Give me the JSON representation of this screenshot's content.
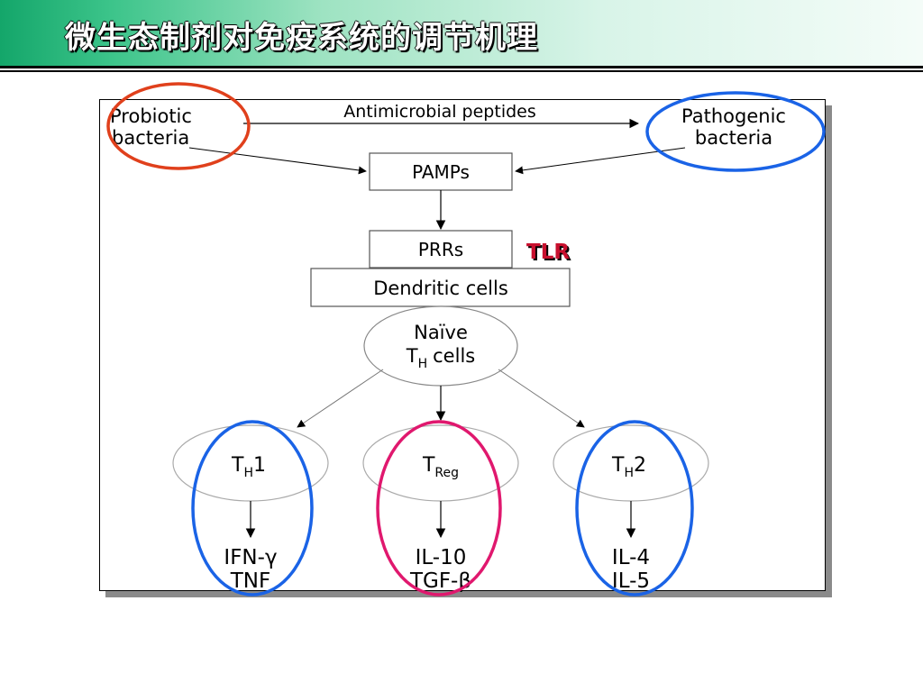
{
  "slide": {
    "title": "微生态制剂对免疫系统的调节机理"
  },
  "diagram": {
    "probiotic_line1": "Probiotic",
    "probiotic_line2": "bacteria",
    "antimicrobial": "Antimicrobial peptides",
    "pathogenic_line1": "Pathogenic",
    "pathogenic_line2": "bacteria",
    "pamps": "PAMPs",
    "prrs": "PRRs",
    "tlr": "TLR",
    "dendritic": "Dendritic cells",
    "naive_line1": "Naïve",
    "naive_t": "T",
    "naive_sub": "H",
    "naive_rest": "cells",
    "th1_t": "T",
    "th1_sub": "H",
    "th1_num": "1",
    "treg_t": "T",
    "treg_sub": "Reg",
    "th2_t": "T",
    "th2_sub": "H",
    "th2_num": "2",
    "th1_out1": "IFN-γ",
    "th1_out2": "TNF",
    "treg_out1": "IL-10",
    "treg_out2": "TGF-β",
    "th2_out1": "IL-4",
    "th2_out2": "IL-5",
    "colors": {
      "probiotic_circle": "#e0401c",
      "pathogenic_circle": "#1a63e6",
      "th1_circle": "#1a63e6",
      "treg_circle": "#e0186e",
      "th2_circle": "#1a63e6",
      "tlr_text": "#c8102e"
    }
  }
}
